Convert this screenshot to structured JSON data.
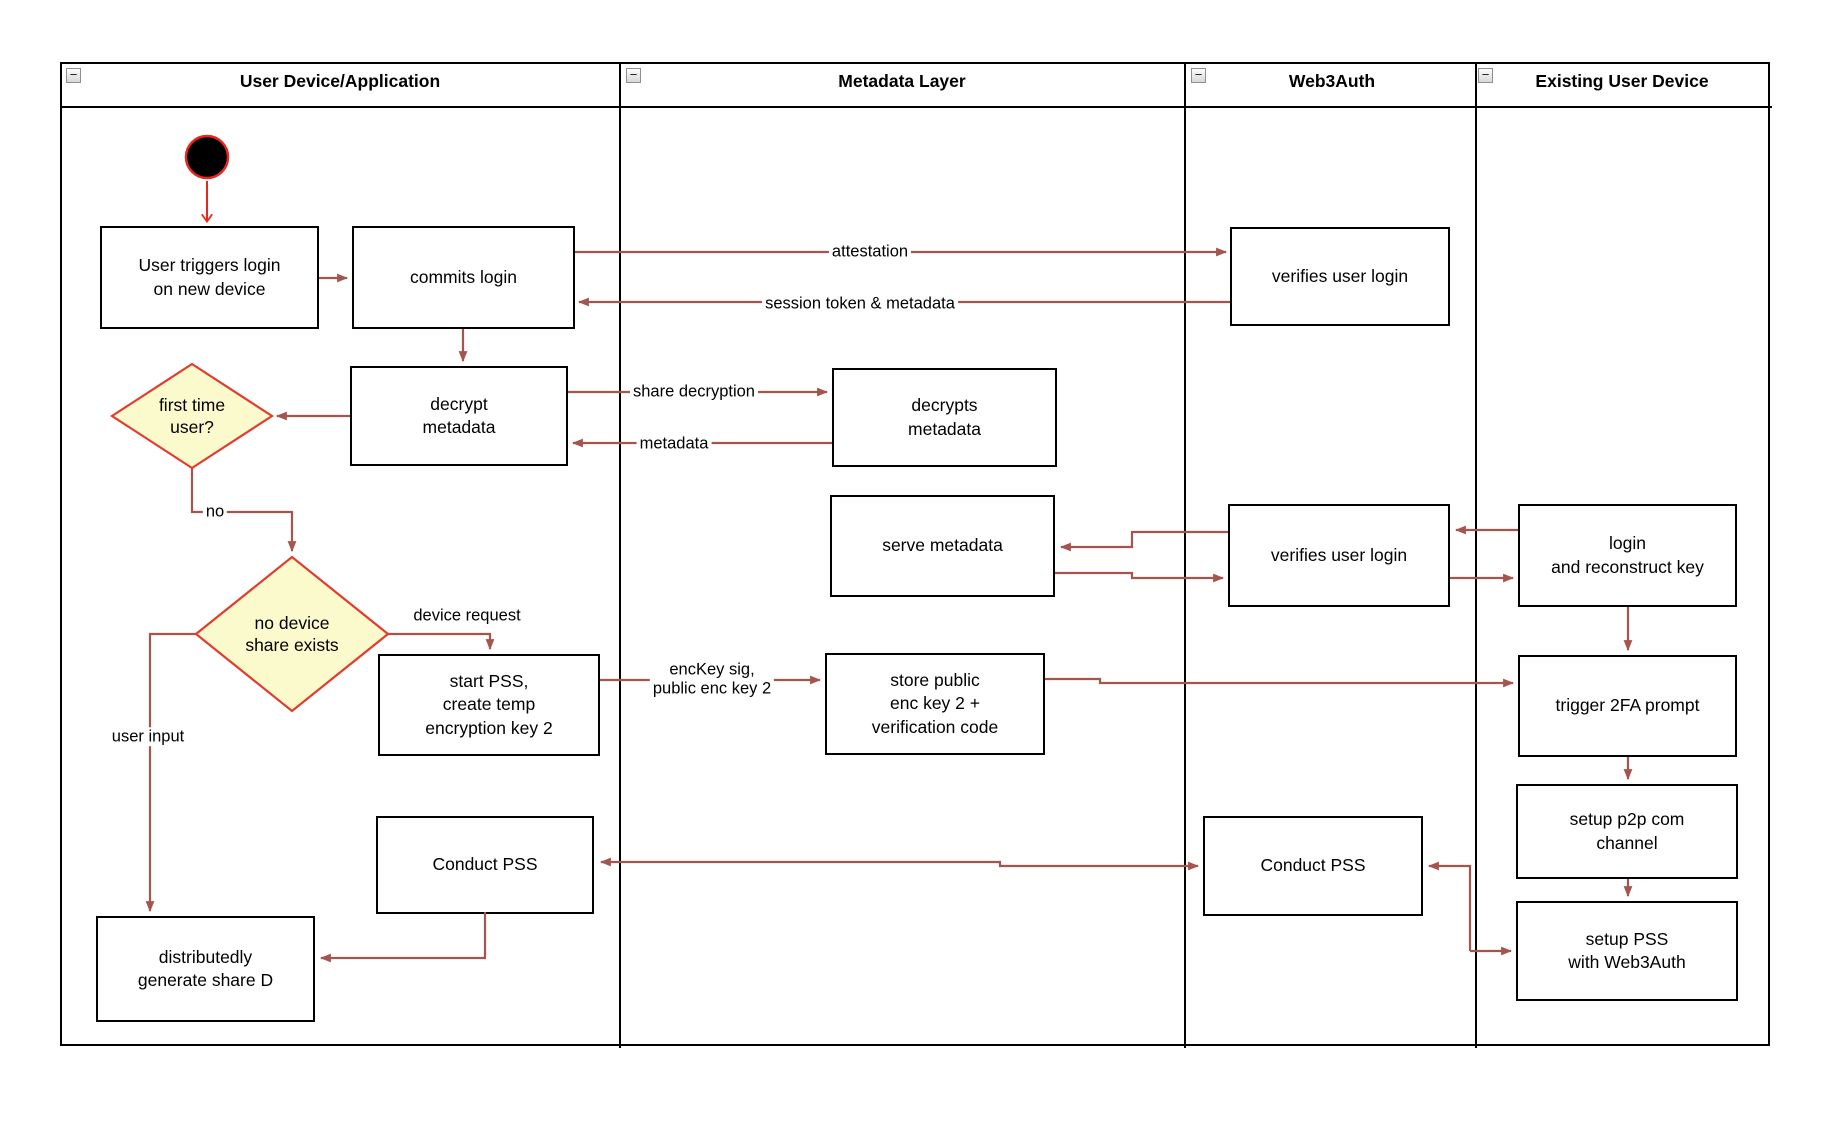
{
  "lanes": [
    {
      "title": "User Device/Application"
    },
    {
      "title": "Metadata Layer"
    },
    {
      "title": "Web3Auth"
    },
    {
      "title": "Existing User Device"
    }
  ],
  "icons": {
    "collapse_glyph": "−"
  },
  "nodes": {
    "user_triggers": "User triggers login\non new device",
    "commits_login": "commits login",
    "decrypt_metadata": "decrypt\nmetadata",
    "first_time_user": "first time\nuser?",
    "no_device_share": "no device\nshare exists",
    "start_pss": "start PSS,\ncreate temp\nencryption key 2",
    "conduct_pss_user": "Conduct PSS",
    "distributedly_generate": "distributedly\ngenerate share D",
    "decrypts_metadata": "decrypts\nmetadata",
    "serve_metadata": "serve metadata",
    "store_public": "store public\nenc key 2 +\nverification code",
    "verifies_user_login_top": "verifies user login",
    "verifies_user_login_mid": "verifies user login",
    "conduct_pss_web3": "Conduct PSS",
    "login_reconstruct": "login\nand reconstruct key",
    "trigger_2fa": "trigger 2FA prompt",
    "setup_p2p": "setup p2p com\nchannel",
    "setup_pss": "setup PSS\nwith Web3Auth"
  },
  "edge_labels": {
    "attestation": "attestation",
    "session_token": "session token & metadata",
    "share_decryption": "share decryption",
    "metadata": "metadata",
    "no": "no",
    "device_request": "device request",
    "enckey": "encKey sig,\npublic enc key 2",
    "user_input": "user input"
  },
  "colors": {
    "connector": "#a5544e",
    "start_arrow": "#e8281e",
    "diamond_fill": "#fbfacc",
    "diamond_border": "#e33b2d"
  }
}
